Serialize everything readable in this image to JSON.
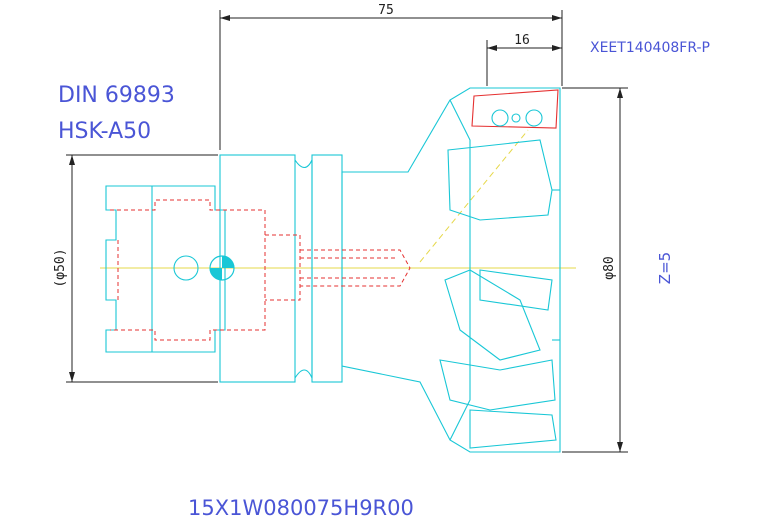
{
  "labels": {
    "dim_overall": "75",
    "dim_insert": "16",
    "insert_code": "XEET140408FR-P",
    "standard": "DIN 69893",
    "shank": "HSK-A50",
    "shank_dia": "(φ50)",
    "cutter_dia": "φ80",
    "teeth": "Z=5",
    "part_number": "15X1W080075H9R00"
  },
  "colors": {
    "outline": "#19c7d6",
    "hidden": "#e53030",
    "centerline": "#e6d84a",
    "dimension": "#222222",
    "text": "#4a55d6"
  }
}
